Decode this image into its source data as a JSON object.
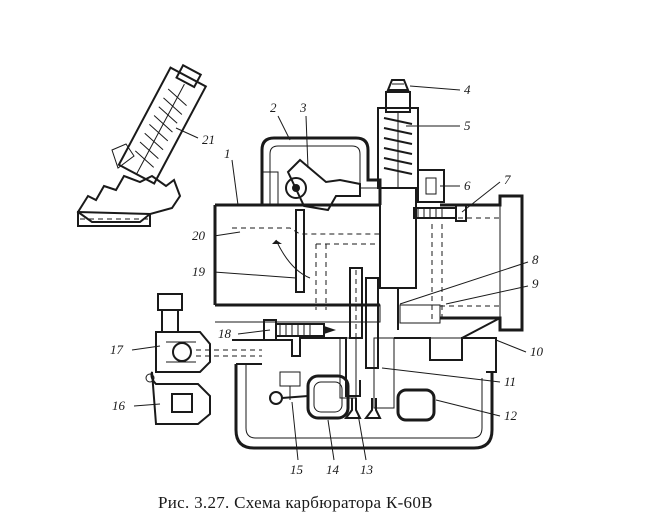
{
  "figure": {
    "caption": "Рис. 3.27. Схема карбюратора К-60В",
    "callouts": {
      "c1": "1",
      "c2": "2",
      "c3": "3",
      "c4": "4",
      "c5": "5",
      "c6": "6",
      "c7": "7",
      "c8": "8",
      "c9": "9",
      "c10": "10",
      "c11": "11",
      "c12": "12",
      "c13": "13",
      "c14": "14",
      "c15": "15",
      "c16": "16",
      "c17": "17",
      "c18": "18",
      "c19": "19",
      "c20": "20",
      "c21": "21"
    },
    "colors": {
      "ink": "#1a1a1a",
      "paper": "#ffffff"
    }
  }
}
